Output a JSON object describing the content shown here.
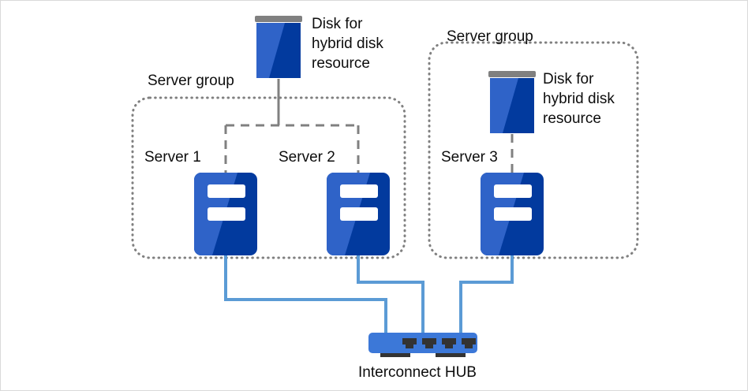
{
  "diagram": {
    "title": "Hybrid disk resource server group configuration",
    "background": "#ffffff",
    "border_color": "#d9d9d9",
    "colors": {
      "server_light_blue": "#2F63C8",
      "server_dark_blue": "#023A9E",
      "disk_light_blue": "#2F63C8",
      "disk_dark_blue": "#023A9E",
      "disk_cap_gray": "#808080",
      "hub_blue": "#3C78D8",
      "hub_port_dark": "#333333",
      "network_line_blue": "#5B9BD5",
      "disk_link_gray": "#808080",
      "group_border_gray": "#808080",
      "text": "#0d0d0d"
    }
  },
  "groups": [
    {
      "id": "group-left",
      "label": "Server group"
    },
    {
      "id": "group-right",
      "label": "Server group"
    }
  ],
  "disks": [
    {
      "id": "disk-left",
      "label": "Disk for\nhybrid disk\nresource",
      "label_lines": [
        "Disk for",
        "hybrid disk",
        "resource"
      ]
    },
    {
      "id": "disk-right",
      "label": "Disk for\nhybrid disk\nresource",
      "label_lines": [
        "Disk for",
        "hybrid disk",
        "resource"
      ]
    }
  ],
  "servers": [
    {
      "id": "server-1",
      "label": "Server 1"
    },
    {
      "id": "server-2",
      "label": "Server 2"
    },
    {
      "id": "server-3",
      "label": "Server 3"
    }
  ],
  "hub": {
    "id": "interconnect-hub",
    "label": "Interconnect HUB",
    "port_count": 4
  },
  "labels": {
    "server_group_left": "Server group",
    "server_group_right": "Server group",
    "disk_left_line1": "Disk for",
    "disk_left_line2": "hybrid disk",
    "disk_left_line3": "resource",
    "disk_right_line1": "Disk for",
    "disk_right_line2": "hybrid disk",
    "disk_right_line3": "resource",
    "server1": "Server 1",
    "server2": "Server 2",
    "server3": "Server 3",
    "hub": "Interconnect HUB"
  }
}
